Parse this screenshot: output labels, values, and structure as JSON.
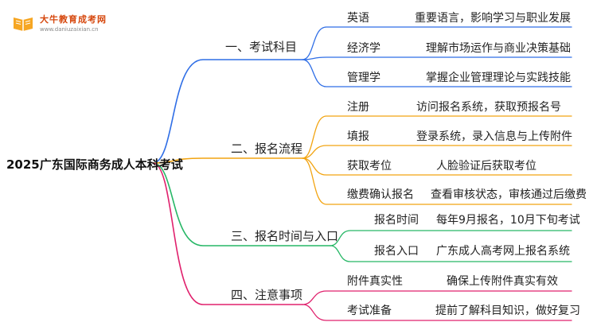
{
  "logo": {
    "name": "大牛教育成考网",
    "url": "www.daniuzaixian.cn"
  },
  "root": {
    "label": "2025广东国际商务成人本科考试"
  },
  "branches": [
    {
      "label": "一、考试科目",
      "color": "#2f6ee6",
      "leaves": [
        {
          "term": "英语",
          "desc": "重要语言，影响学习与职业发展"
        },
        {
          "term": "经济学",
          "desc": "理解市场运作与商业决策基础"
        },
        {
          "term": "管理学",
          "desc": "掌握企业管理理论与实践技能"
        }
      ]
    },
    {
      "label": "二、报名流程",
      "color": "#f2a411",
      "leaves": [
        {
          "term": "注册",
          "desc": "访问报名系统，获取预报名号"
        },
        {
          "term": "填报",
          "desc": "登录系统，录入信息与上传附件"
        },
        {
          "term": "获取考位",
          "desc": "人脸验证后获取考位"
        },
        {
          "term": "缴费确认报名",
          "desc": "查看审核状态，审核通过后缴费"
        }
      ]
    },
    {
      "label": "三、报名时间与入口",
      "color": "#27b766",
      "leaves": [
        {
          "term": "报名时间",
          "desc": "每年9月报名，10月下旬考试"
        },
        {
          "term": "报名入口",
          "desc": "广东成人高考网上报名系统"
        }
      ]
    },
    {
      "label": "四、注意事项",
      "color": "#e0216d",
      "leaves": [
        {
          "term": "附件真实性",
          "desc": "确保上传附件真实有效"
        },
        {
          "term": "考试准备",
          "desc": "提前了解科目知识，做好复习"
        }
      ]
    }
  ]
}
